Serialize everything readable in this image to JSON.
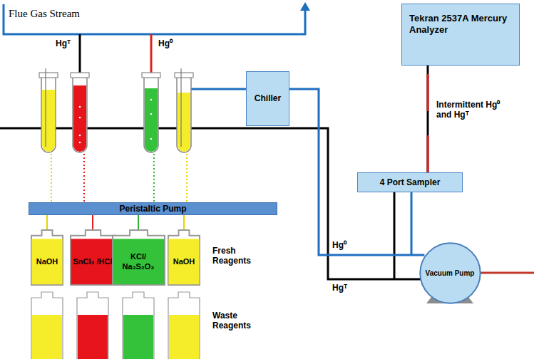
{
  "diagram": {
    "nodes": [
      {
        "text": [
          "Tekran 2537A Mercury Analyzer"
        ]
      },
      {
        "text": [
          "Chiller"
        ]
      },
      {
        "text": [
          "4 Port Sampler"
        ]
      },
      {
        "text": [
          "Peristaltic Pump"
        ]
      },
      {
        "text": [
          "NaOH"
        ]
      },
      {
        "text": [
          "SnCl₂ /HCl"
        ]
      },
      {
        "text": [
          "KCl/ Na₂S₂O₃"
        ]
      },
      {
        "text": [
          "NaOH"
        ]
      },
      {
        "text": [
          "Vacuum Pump"
        ]
      }
    ],
    "edges": [
      {
        "from": 1,
        "to": 8,
        "arrow": "none"
      },
      {
        "from": 2,
        "to": 0,
        "arrow": "none"
      },
      {
        "from": 4,
        "to": 3,
        "arrow": "none"
      },
      {
        "from": 5,
        "to": 3,
        "arrow": "none"
      },
      {
        "from": 6,
        "to": 3,
        "arrow": "none"
      },
      {
        "from": 7,
        "to": 3,
        "arrow": "none"
      }
    ],
    "labels": [
      "Flue Gas Stream",
      "Hgᵀ",
      "Hg⁰",
      "Intermittent Hg⁰ and Hgᵀ",
      "Fresh Reagents",
      "Waste Reagents",
      "Hg⁰",
      "Hgᵀ"
    ]
  }
}
